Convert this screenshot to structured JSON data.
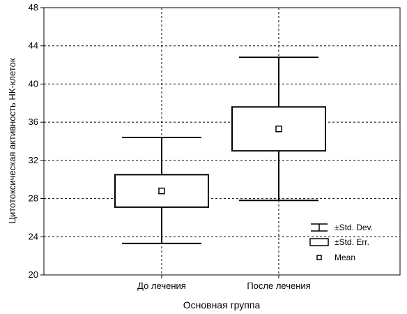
{
  "chart_data": {
    "type": "box",
    "xlabel": "Основная группа",
    "ylabel": "Цитотоксическая активность НК-клеток",
    "ylim": [
      20,
      48
    ],
    "yticks": [
      20,
      24,
      28,
      32,
      36,
      40,
      44,
      48
    ],
    "grid": true,
    "legend_position": "bottom-right",
    "categories": [
      "До лечения",
      "После лечения"
    ],
    "series": [
      {
        "category": "До лечения",
        "mean": 28.8,
        "se_low": 27.1,
        "se_high": 30.5,
        "sd_low": 23.3,
        "sd_high": 34.4
      },
      {
        "category": "После лечения",
        "mean": 35.3,
        "se_low": 33.0,
        "se_high": 37.6,
        "sd_low": 27.8,
        "sd_high": 42.8
      }
    ],
    "legend": [
      {
        "key": "sd",
        "label": "±Std. Dev."
      },
      {
        "key": "se",
        "label": "±Std. Err."
      },
      {
        "key": "mean",
        "label": "Mean"
      }
    ]
  }
}
